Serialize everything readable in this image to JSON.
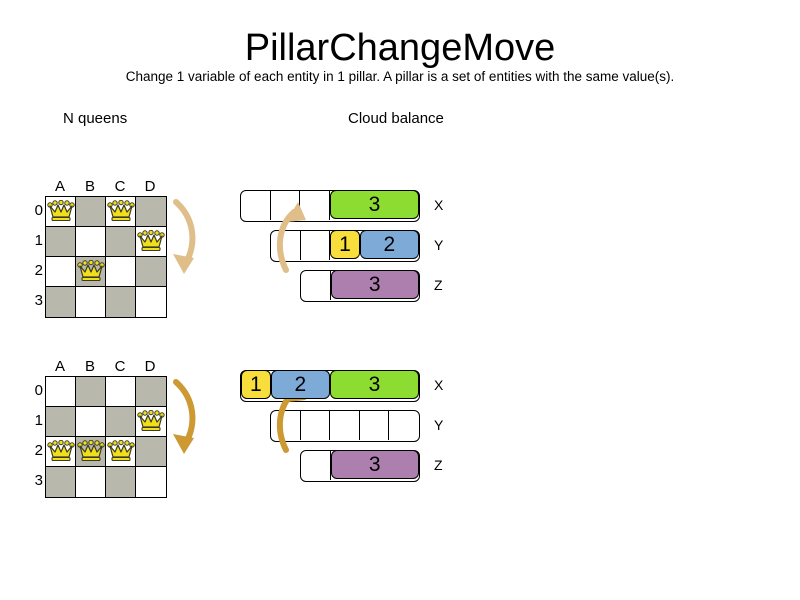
{
  "header": {
    "title": "PillarChangeMove",
    "subtitle": "Change 1 variable of each entity in 1 pillar. A pillar is a set of entities with the same value(s)."
  },
  "sections": {
    "nqueens_heading": "N queens",
    "cloud_heading": "Cloud balance"
  },
  "colors": {
    "green": "#8CDC32",
    "yellow": "#F7DE3C",
    "blue": "#7EAAD7",
    "purple": "#AD7FAE",
    "dark_square": "#B8B8AC",
    "light_square": "#FFFFFF",
    "queen_fill": "#F2DF1B",
    "queen_outline": "#3A3A28",
    "arrow_light": "#E0BE89",
    "arrow_dark": "#CC9933",
    "outline": "#000000"
  },
  "nqueens": {
    "file_labels": [
      "A",
      "B",
      "C",
      "D"
    ],
    "rank_labels": [
      "0",
      "1",
      "2",
      "3"
    ],
    "boards": [
      {
        "name": "before",
        "queens": [
          "A0",
          "C0",
          "D1",
          "B2"
        ]
      },
      {
        "name": "after",
        "queens": [
          "D1",
          "A2",
          "B2",
          "C2"
        ]
      }
    ]
  },
  "cloud_balance": {
    "groups": [
      {
        "name": "before",
        "rows": [
          {
            "label": "X",
            "empty_units": 3,
            "segments": [
              {
                "value": "3",
                "units": 3,
                "color": "#8CDC32"
              }
            ]
          },
          {
            "label": "Y",
            "empty_units": 2,
            "segments": [
              {
                "value": "1",
                "units": 1,
                "color": "#F7DE3C"
              },
              {
                "value": "2",
                "units": 2,
                "color": "#7EAAD7"
              }
            ]
          },
          {
            "label": "Z",
            "empty_units": 1,
            "segments": [
              {
                "value": "3",
                "units": 3,
                "color": "#AD7FAE"
              }
            ]
          }
        ]
      },
      {
        "name": "after",
        "rows": [
          {
            "label": "X",
            "empty_units": 0,
            "segments": [
              {
                "value": "1",
                "units": 1,
                "color": "#F7DE3C"
              },
              {
                "value": "2",
                "units": 2,
                "color": "#7EAAD7"
              },
              {
                "value": "3",
                "units": 3,
                "color": "#8CDC32"
              }
            ]
          },
          {
            "label": "Y",
            "empty_units": 5,
            "segments": []
          },
          {
            "label": "Z",
            "empty_units": 1,
            "segments": [
              {
                "value": "3",
                "units": 3,
                "color": "#AD7FAE"
              }
            ]
          }
        ]
      }
    ]
  },
  "arrows": [
    {
      "name": "board-transition-top",
      "direction": "down",
      "color": "#E0BE89"
    },
    {
      "name": "board-transition-bottom",
      "direction": "down",
      "color": "#CC9933"
    },
    {
      "name": "cloud-transition-top",
      "direction": "up",
      "color": "#E0BE89"
    },
    {
      "name": "cloud-transition-bottom",
      "direction": "up",
      "color": "#CC9933"
    }
  ]
}
